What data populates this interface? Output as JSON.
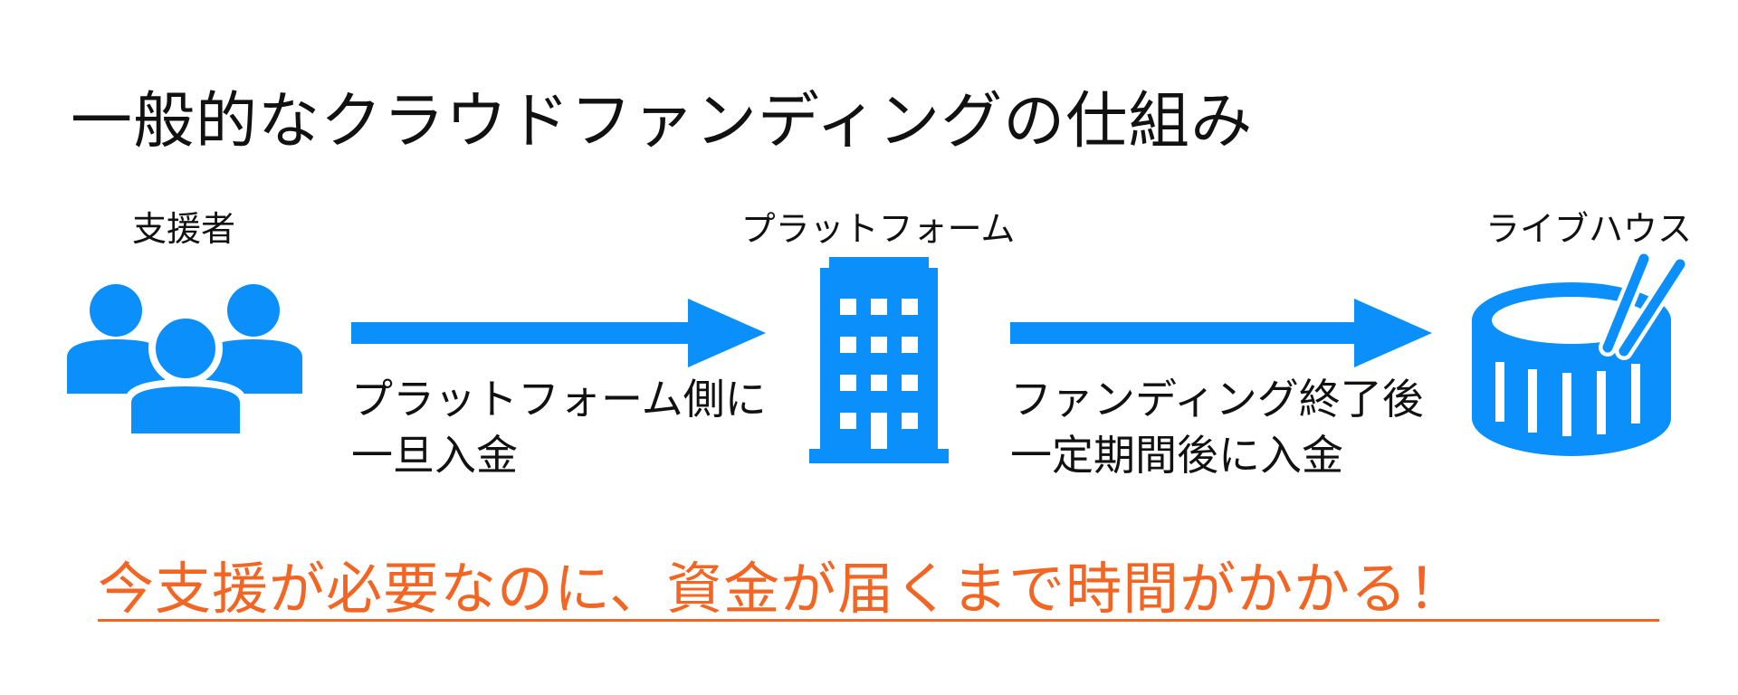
{
  "title": "一般的なクラウドファンディングの仕組み",
  "nodes": {
    "supporters": {
      "label": "支援者",
      "icon": "people-group-icon"
    },
    "platform": {
      "label": "プラットフォーム",
      "icon": "office-building-icon"
    },
    "livehouse": {
      "label": "ライブハウス",
      "icon": "drum-icon"
    }
  },
  "arrows": [
    {
      "lines": [
        "プラットフォーム側に",
        "一旦入金"
      ]
    },
    {
      "lines": [
        "ファンディング終了後",
        "一定期間後に入金"
      ]
    }
  ],
  "message": "今支援が必要なのに、資金が届くまで時間がかかる！",
  "colors": {
    "icon_blue": "#0a8ffb",
    "message_orange": "#f26522",
    "title_text": "#111111"
  }
}
